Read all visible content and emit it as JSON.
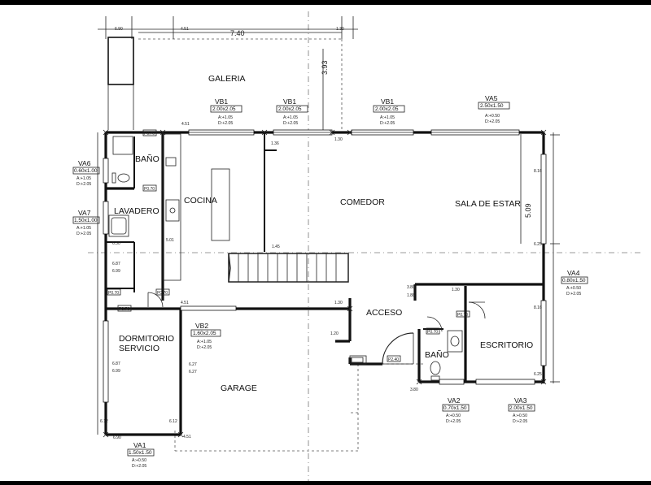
{
  "rooms": {
    "galeria": "GALERIA",
    "bano1": "BAÑO",
    "cocina": "COCINA",
    "lavadero": "LAVADERO",
    "comedor": "COMEDOR",
    "sala": "SALA DE ESTAR",
    "acceso": "ACCESO",
    "bano2": "BAÑO",
    "escritorio": "ESCRITORIO",
    "dormitorio_1": "DORMITORIO",
    "dormitorio_2": "SERVICIO",
    "garage": "GARAGE"
  },
  "dimensions": {
    "galeria_width": "7.40",
    "galeria_depth": "3.93",
    "sala_depth": "5.09"
  },
  "windows": {
    "vb1_a": {
      "name": "VB1",
      "size": "2.00x2.05",
      "a": "A:+1.05",
      "d": "D:+2.05"
    },
    "vb1_b": {
      "name": "VB1",
      "size": "2.00x2.05",
      "a": "A:+1.05",
      "d": "D:+2.05"
    },
    "vb1_c": {
      "name": "VB1",
      "size": "2.00x2.05",
      "a": "A:+1.05",
      "d": "D:+2.05"
    },
    "va5": {
      "name": "VA5",
      "size": "2.50x1.50",
      "a": "A:+0.50",
      "d": "D:+2.05"
    },
    "va6": {
      "name": "VA6",
      "size": "0.60x1.00",
      "a": "A:+1.05",
      "d": "D:+2.05"
    },
    "va7": {
      "name": "VA7",
      "size": "1.50x1.00",
      "a": "A:+1.05",
      "d": "D:+2.05"
    },
    "va4": {
      "name": "VA4",
      "size": "0.80x1.50",
      "a": "A:+0.50",
      "d": "D:+2.05"
    },
    "vb2": {
      "name": "VB2",
      "size": "1.60x2.05",
      "a": "A:+1.05",
      "d": "D:+2.05"
    },
    "va2": {
      "name": "VA2",
      "size": "0.70x1.50",
      "a": "A:+0.50",
      "d": "D:+2.05"
    },
    "va3": {
      "name": "VA3",
      "size": "2.00x1.50",
      "a": "A:+0.50",
      "d": "D:+2.05"
    },
    "va1": {
      "name": "VA1",
      "size": "1.50x1.50",
      "a": "A:+0.50",
      "d": "D:+2.05"
    }
  },
  "door_tags": {
    "p070": "P0.70",
    "p076": "P0.76",
    "p240": "P2.40"
  },
  "small_dims": {
    "d120": "1.20",
    "d451": "4.51",
    "d130": "1.30",
    "d136": "1.36",
    "d627": "6.27",
    "d501": "5.01",
    "d145": "1.45",
    "d816": "8.16",
    "d625": "6.25",
    "d687": "6.87",
    "d699": "6.99",
    "d380": "3.80",
    "d188": "1.88",
    "d690": "6.90",
    "d612": "6.12",
    "d650": "6.50"
  }
}
